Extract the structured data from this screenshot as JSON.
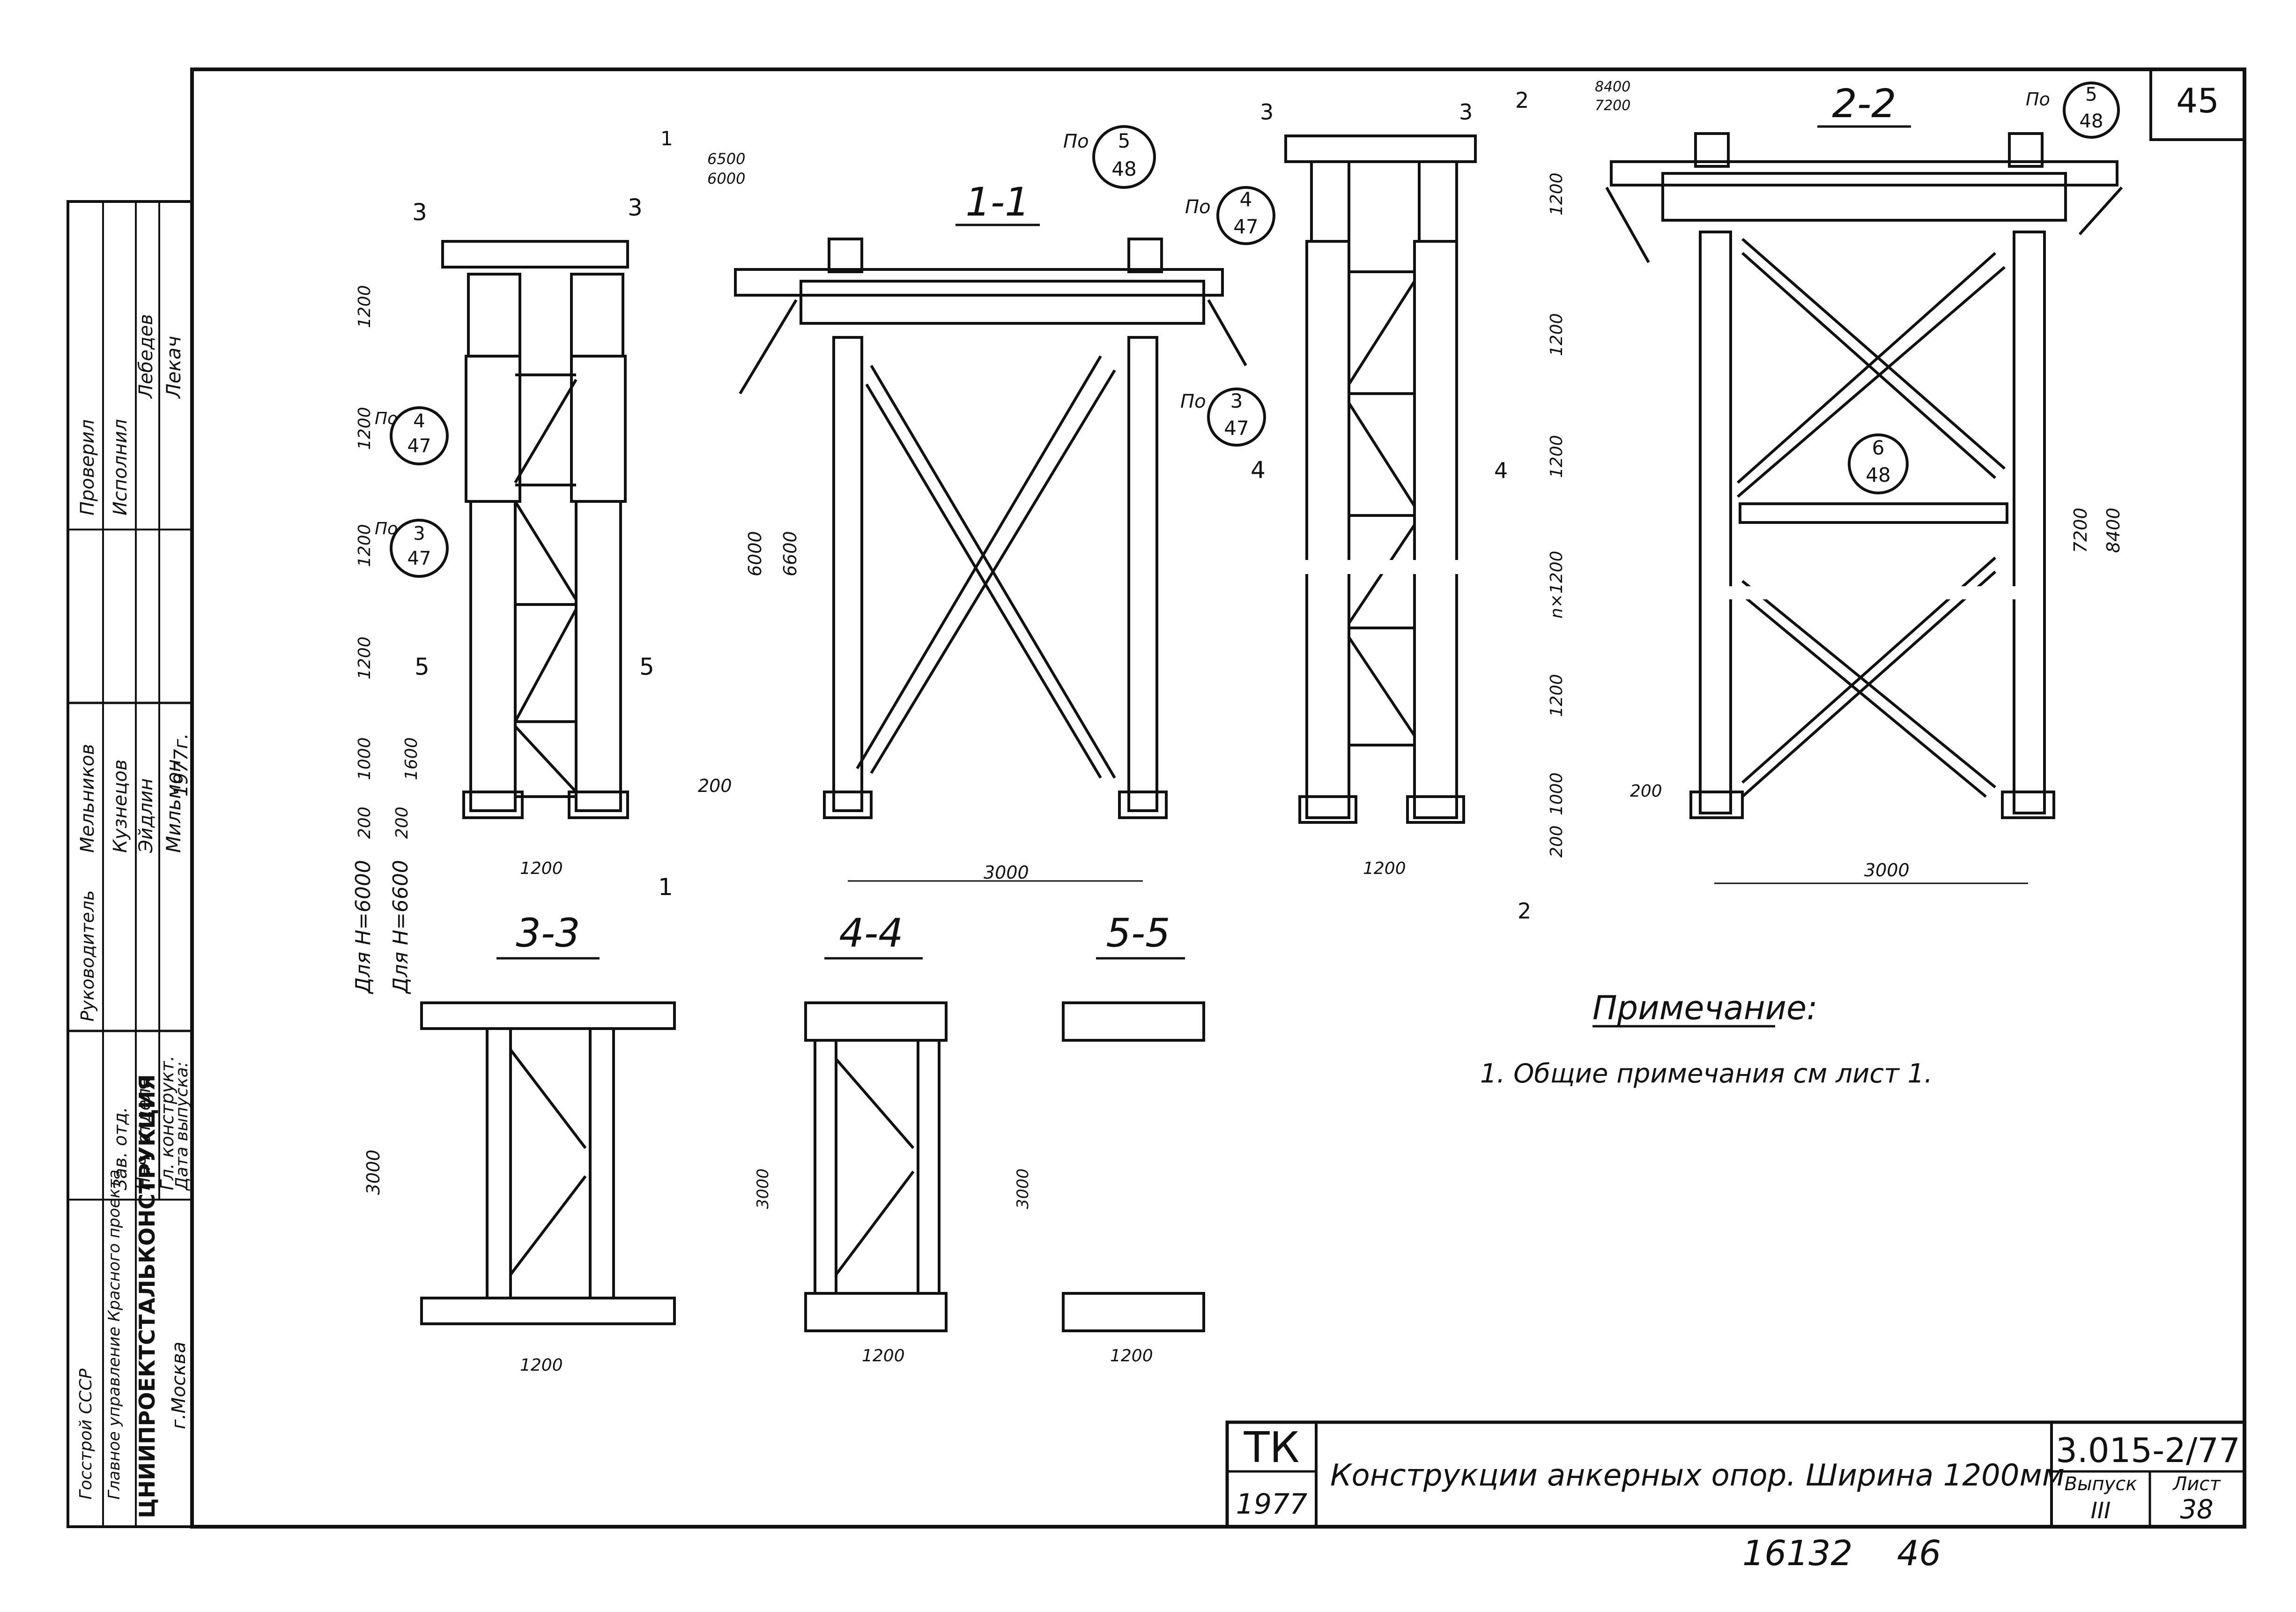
{
  "sheet": {
    "page_number": "45",
    "handwritten_number": "16132",
    "handwritten_number_2": "46"
  },
  "sections": {
    "s11": "1-1",
    "s22": "2-2",
    "s33": "3-3",
    "s44": "4-4",
    "s55": "5-5"
  },
  "cuts": {
    "c1": "1",
    "c2": "2",
    "c3": "3",
    "c4": "4",
    "c5": "5"
  },
  "callouts": {
    "po": "По",
    "n4": "4",
    "d47": "47",
    "n3": "3",
    "n5": "5",
    "d48": "48",
    "n6": "6",
    "d48b": "48"
  },
  "dims": {
    "d1200": "1200",
    "d1000": "1000",
    "d1600": "1600",
    "d200": "200",
    "d3000": "3000",
    "d6000": "6000",
    "d6600": "6600",
    "d6500": "6500",
    "d7200": "7200",
    "d8400": "8400",
    "n1200": "n×1200",
    "for_h6000": "Для H=6000",
    "for_h6600": "Для H=6600"
  },
  "note": {
    "title": "Примечание:",
    "item1": "1. Общие примечания см лист 1."
  },
  "stamp": {
    "org_line1": "Госстрой СССР",
    "org_line2": "Главное управление Красного проекта",
    "org_main": "ЦНИИПРОЕКТСТАЛЬКОНСТРУКЦИЯ",
    "org_city": "г.Москва",
    "role_1": "Руководитель",
    "role_2": "Зав. отд.",
    "role_3": "Нач. отдела",
    "role_4": "Гл. конструкт.",
    "role_5": "Дата выпуска:",
    "name_1": "Мельников",
    "name_2": "Кузнецов",
    "name_3": "Эйдлин",
    "name_4": "Мильмон",
    "year_issued": "1977г.",
    "top_role_1": "Проверил",
    "top_role_2": "Исполнил",
    "top_name_1": "Лебедев",
    "top_name_2": "Лекач"
  },
  "titleblock": {
    "code_mark": "ТК",
    "year": "1977",
    "title": "Конструкции анкерных опор.  Ширина  1200мм",
    "series": "3.015-2/77",
    "issue_label": "Выпуск",
    "issue_value": "III",
    "sheet_label": "Лист",
    "sheet_value": "38"
  }
}
